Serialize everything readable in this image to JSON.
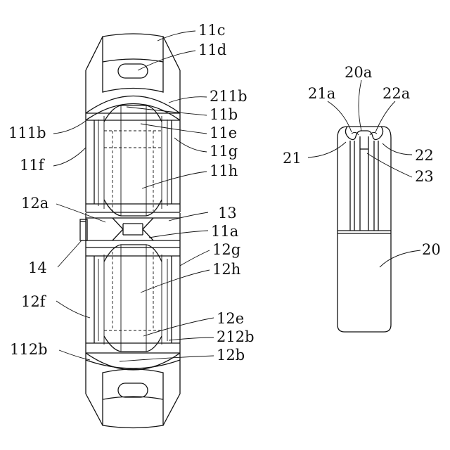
{
  "labels": {
    "l11c": "11c",
    "l11d": "11d",
    "l211b": "211b",
    "l11b": "11b",
    "l111b": "111b",
    "l11e": "11e",
    "l11f": "11f",
    "l11g": "11g",
    "l11h": "11h",
    "l12a": "12a",
    "l13": "13",
    "l11a": "11a",
    "l14": "14",
    "l12g": "12g",
    "l12h": "12h",
    "l12f": "12f",
    "l12e": "12e",
    "l212b": "212b",
    "l112b": "112b",
    "l12b": "12b",
    "l20a": "20a",
    "l21a": "21a",
    "l22a": "22a",
    "l21": "21",
    "l22": "22",
    "l23": "23",
    "l20": "20"
  }
}
